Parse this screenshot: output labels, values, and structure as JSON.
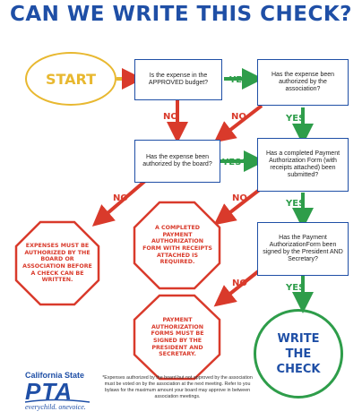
{
  "title": "CAN WE WRITE THIS CHECK?",
  "colors": {
    "blue": "#1f4fa6",
    "green": "#2e9d4a",
    "red": "#d93a2b",
    "yellow": "#e8b830"
  },
  "nodes": {
    "start": "START",
    "q_budget": "Is the expense in the APPROVED budget?",
    "q_association": "Has the expense been authorized by the association?",
    "q_board": "Has the expense been authorized by the board?",
    "q_form": "Has a completed Payment Authorization Form (with receipts attached) been submitted?",
    "q_signed": "Has the Payment AuthorizationForm been signed by the President AND Secretary?",
    "stop_authorized": "EXPENSES MUST BE AUTHORIZED BY THE BOARD OR ASSOCIATION BEFORE A CHECK CAN BE WRITTEN.",
    "stop_form": "A COMPLETED PAYMENT AUTHORIZATION FORM WITH RECEIPTS ATTACHED IS REQUIRED.",
    "stop_signed": "PAYMENT AUTHORIZATION FORMS MUST BE SIGNED BY THE PRESIDENT AND SECRETARY.",
    "end": "WRITE THE CHECK"
  },
  "edges": {
    "yes": "YES",
    "no": "NO",
    "yes_star": "YES*"
  },
  "logo": {
    "line1": "California State",
    "line2": "PTA",
    "line3": "everychild. onevoice."
  },
  "footnote": "*Expenses authorized by the board but not approved by the association must be voted on by the association at the next meeting. Refer to you bylaws for the maximum amount your board may approve in between association meetings."
}
